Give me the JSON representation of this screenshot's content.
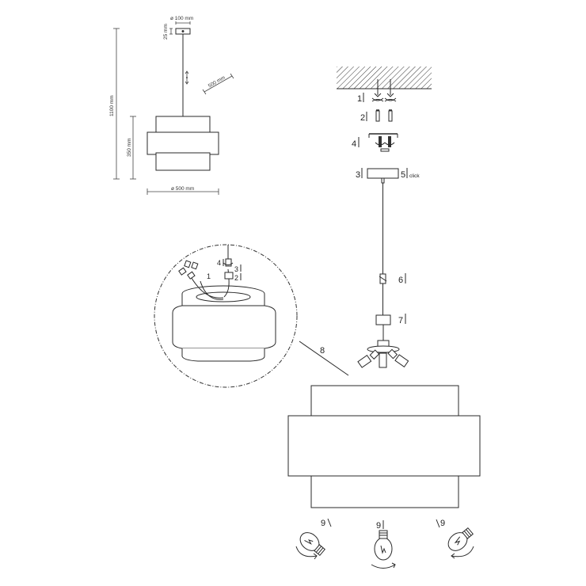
{
  "dimensions": {
    "top_diameter": "ø 100 mm",
    "top_height": "25 mm",
    "total_height": "1100 mm",
    "shade_height": "350 mm",
    "shade_diameter": "ø 500 mm",
    "cable_length": "500 mm"
  },
  "steps": {
    "s1": "1",
    "s2": "2",
    "s3": "3",
    "s4": "4",
    "s5": "5",
    "click": "click",
    "s6": "6",
    "s7": "7",
    "s8": "8",
    "s9a": "9",
    "s9b": "9",
    "s9c": "9",
    "inset1": "1",
    "inset2": "2",
    "inset3": "3",
    "inset4": "4"
  }
}
